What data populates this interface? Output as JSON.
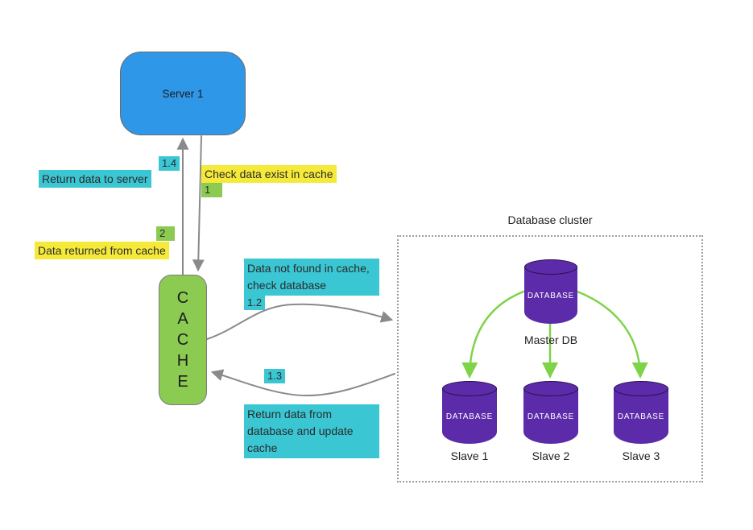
{
  "colors": {
    "blue": "#2F97E8",
    "green": "#8CCB52",
    "cyan": "#3AC6D3",
    "yellow": "#F5EA3A",
    "purple": "#5C2BA9",
    "arrow-green": "#7ED348",
    "arrow-gray": "#8A8A8A",
    "ink": "#2B2B2B"
  },
  "server": {
    "label": "Server 1"
  },
  "cache": {
    "letters": [
      "C",
      "A",
      "C",
      "H",
      "E"
    ]
  },
  "annotations": {
    "check": {
      "badge": "1",
      "text": "Check data exist in cache"
    },
    "not_found": {
      "badge": "1.2",
      "text": "Data not found in cache, check database"
    },
    "return_db": {
      "badge": "1.3",
      "text": "Return data from database and update cache"
    },
    "return_server": {
      "badge": "1.4",
      "text": "Return data to server"
    },
    "returned_cache": {
      "badge": "2",
      "text": "Data returned from cache"
    }
  },
  "cluster": {
    "title": "Database cluster",
    "master": {
      "cylinder_label": "DATABASE",
      "caption": "Master DB"
    },
    "slaves": [
      {
        "cylinder_label": "DATABASE",
        "caption": "Slave 1"
      },
      {
        "cylinder_label": "DATABASE",
        "caption": "Slave 2"
      },
      {
        "cylinder_label": "DATABASE",
        "caption": "Slave 3"
      }
    ]
  }
}
